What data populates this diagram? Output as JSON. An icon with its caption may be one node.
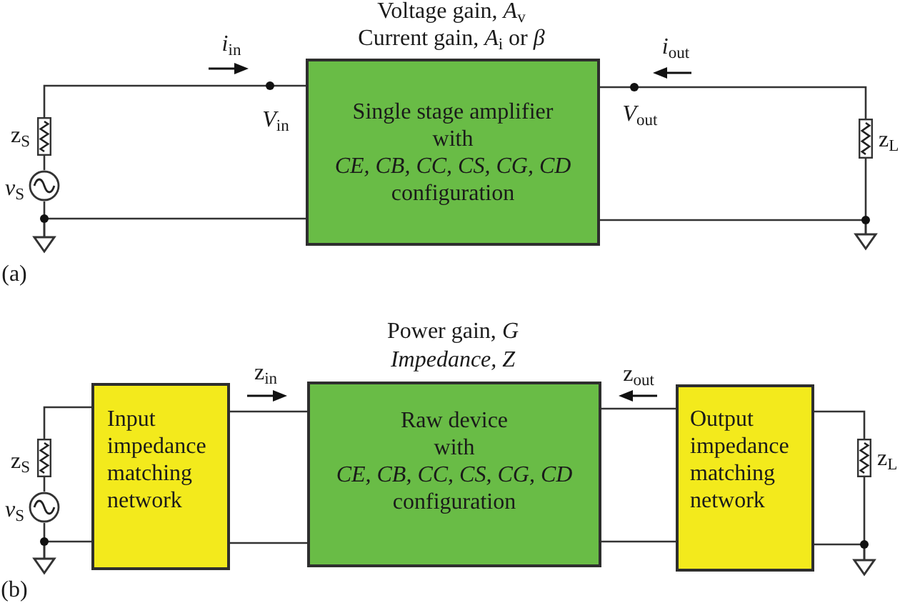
{
  "diagram": {
    "nodes": [
      {
        "text": [],
        "shape": "resistor",
        "beside": [
          "z$_{S}$"
        ]
      },
      {
        "text": [],
        "shape": "circle",
        "beside": [
          "*v*$_{S}$"
        ]
      },
      {
        "text": [
          "Single stage amplifier with",
          "*CE, CB, CC, CS, CG, CD* configuration"
        ],
        "beside": [
          "Voltage gain, *A*$_{v}$",
          "Current gain, *A*$_{i}$ or *β*"
        ]
      },
      {
        "text": [],
        "shape": "resistor",
        "beside": [
          "z$_{L}$"
        ]
      },
      {
        "text": [],
        "shape": "resistor",
        "beside": [
          "z$_{S}$"
        ]
      },
      {
        "text": [],
        "shape": "circle",
        "beside": [
          "*v*$_{S}$"
        ]
      },
      {
        "text": [
          "Input impedance matching network"
        ]
      },
      {
        "text": [
          "Raw device with",
          "*CE, CB, CC, CS, CG, CD* configuration"
        ],
        "beside": [
          "Power gain, *G*",
          "Impedance, Z"
        ]
      },
      {
        "text": [
          "Output impedance matching network"
        ]
      },
      {
        "text": [],
        "shape": "resistor",
        "beside": [
          "z$_{L}$"
        ]
      }
    ],
    "edges": [
      {
        "from": 0,
        "to": 1,
        "arrow": "none"
      },
      {
        "from": 0,
        "to": 2,
        "arrow": "none"
      },
      {
        "from": 1,
        "to": 2,
        "arrow": "none"
      },
      {
        "from": 2,
        "to": 3,
        "arrow": "none"
      },
      {
        "from": 2,
        "to": 3,
        "arrow": "none"
      },
      {
        "from": 4,
        "to": 5,
        "arrow": "none"
      },
      {
        "from": 4,
        "to": 6,
        "arrow": "none"
      },
      {
        "from": 5,
        "to": 6,
        "arrow": "none"
      },
      {
        "from": 6,
        "to": 7,
        "arrow": "none"
      },
      {
        "from": 6,
        "to": 7,
        "arrow": "none"
      },
      {
        "from": 7,
        "to": 8,
        "arrow": "none"
      },
      {
        "from": 7,
        "to": 8,
        "arrow": "none"
      },
      {
        "from": 8,
        "to": 9,
        "arrow": "none"
      },
      {
        "from": 8,
        "to": 9,
        "arrow": "none"
      }
    ],
    "labels": [
      "*i*$_{in}$",
      "*i*$_{out}$",
      "*V*$_{in}$",
      "*V*$_{out}$",
      "(a)",
      "z$_{in}$",
      "z$_{out}$",
      "(b)"
    ]
  }
}
